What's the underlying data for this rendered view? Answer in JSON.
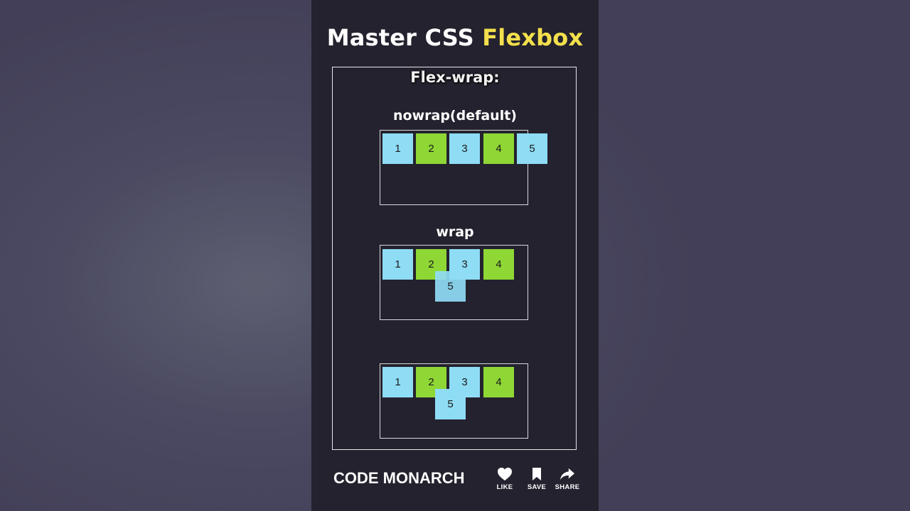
{
  "title": {
    "main": "Master CSS",
    "accent": "Flexbox"
  },
  "frame": {
    "heading": "Flex-wrap:"
  },
  "examples": [
    {
      "label": "nowrap(default)",
      "boxes": [
        "1",
        "2",
        "3",
        "4",
        "5"
      ]
    },
    {
      "label": "wrap",
      "boxes": [
        "1",
        "2",
        "3",
        "4",
        "5"
      ]
    },
    {
      "label": "",
      "boxes": [
        "1",
        "2",
        "3",
        "4",
        "5"
      ]
    }
  ],
  "colors": {
    "blue": "#8fdcf5",
    "green": "#8fd735",
    "accent": "#f3e04c"
  },
  "footer": {
    "brand": "CODE MONARCH",
    "actions": [
      {
        "label": "LIKE",
        "icon": "heart-icon"
      },
      {
        "label": "SAVE",
        "icon": "bookmark-icon"
      },
      {
        "label": "SHARE",
        "icon": "share-icon"
      }
    ]
  }
}
